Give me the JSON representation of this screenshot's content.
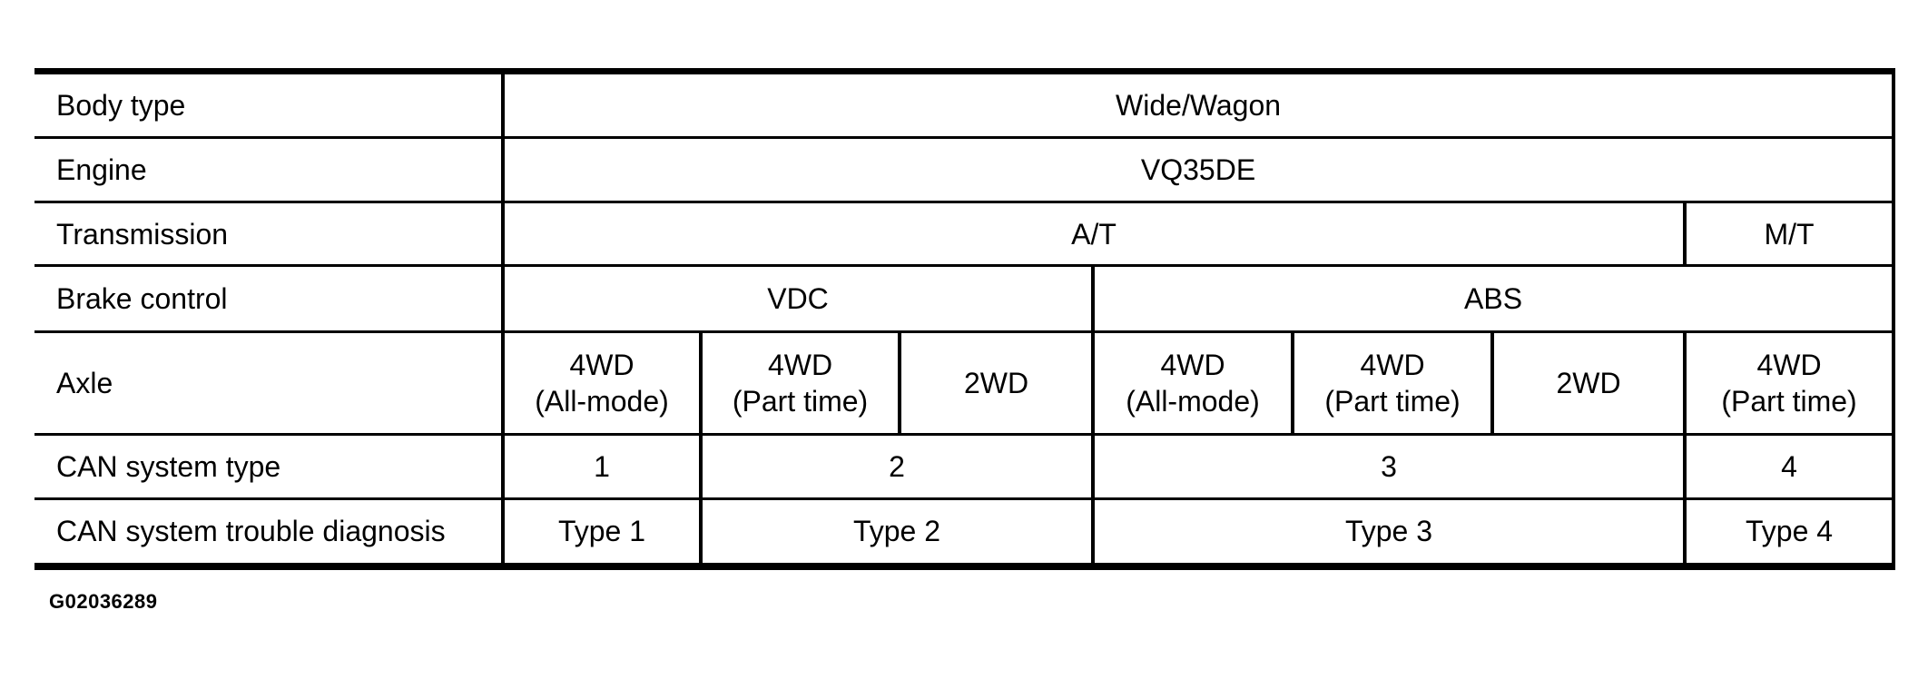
{
  "page": {
    "background_color": "#ffffff",
    "text_color": "#000000"
  },
  "figure_id": "G02036289",
  "table": {
    "description": "CAN system type specification matrix",
    "rows": [
      {
        "label": "Body type",
        "cells": [
          {
            "text": "Wide/Wagon",
            "colspan": 7
          }
        ]
      },
      {
        "label": "Engine",
        "cells": [
          {
            "text": "VQ35DE",
            "colspan": 7
          }
        ]
      },
      {
        "label": "Transmission",
        "cells": [
          {
            "text": "A/T",
            "colspan": 6
          },
          {
            "text": "M/T",
            "colspan": 1
          }
        ]
      },
      {
        "label": "Brake control",
        "cells": [
          {
            "text": "VDC",
            "colspan": 3
          },
          {
            "text": "ABS",
            "colspan": 4
          }
        ]
      },
      {
        "label": "Axle",
        "cells": [
          {
            "lines": [
              "4WD",
              "(All-mode)"
            ],
            "colspan": 1
          },
          {
            "lines": [
              "4WD",
              "(Part time)"
            ],
            "colspan": 1
          },
          {
            "text": "2WD",
            "colspan": 1
          },
          {
            "lines": [
              "4WD",
              "(All-mode)"
            ],
            "colspan": 1
          },
          {
            "lines": [
              "4WD",
              "(Part time)"
            ],
            "colspan": 1
          },
          {
            "text": "2WD",
            "colspan": 1
          },
          {
            "lines": [
              "4WD",
              "(Part time)"
            ],
            "colspan": 1
          }
        ]
      },
      {
        "label": "CAN system type",
        "cells": [
          {
            "text": "1",
            "colspan": 1
          },
          {
            "text": "2",
            "colspan": 2
          },
          {
            "text": "3",
            "colspan": 3
          },
          {
            "text": "4",
            "colspan": 1
          }
        ]
      },
      {
        "label": "CAN system trouble diagnosis",
        "cells": [
          {
            "text": "Type 1",
            "colspan": 1
          },
          {
            "text": "Type 2",
            "colspan": 2
          },
          {
            "text": "Type 3",
            "colspan": 3
          },
          {
            "text": "Type 4",
            "colspan": 1
          }
        ]
      }
    ]
  }
}
